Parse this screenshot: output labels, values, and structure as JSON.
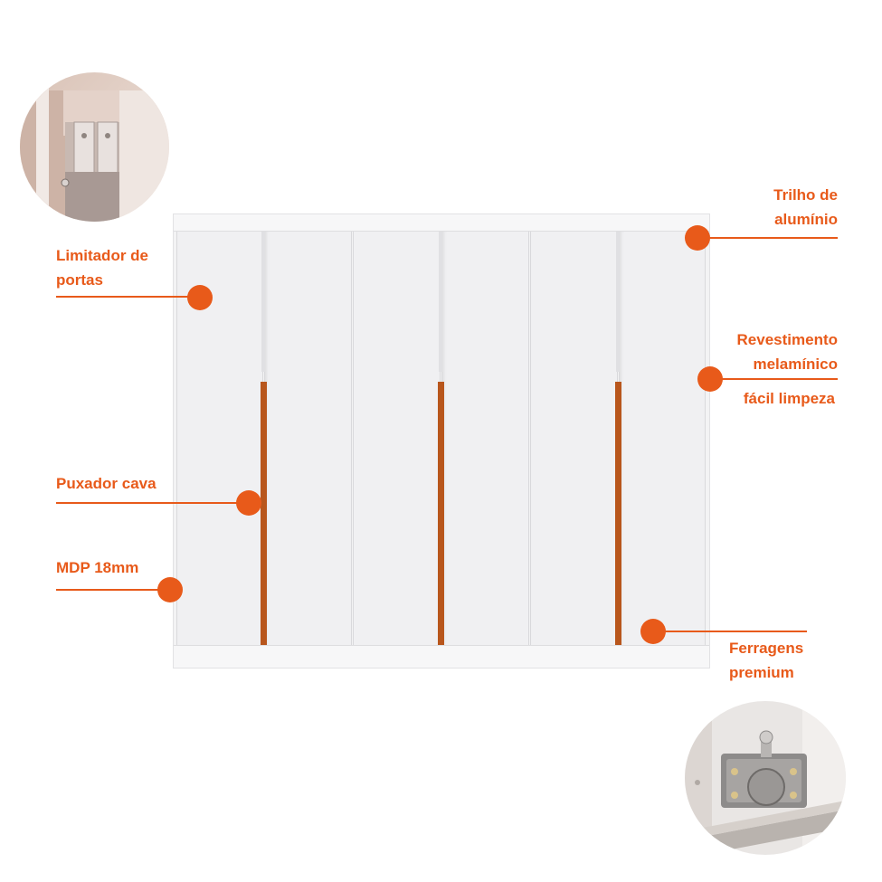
{
  "callouts": {
    "limitador": {
      "line1": "Limitador de",
      "line2": "portas"
    },
    "puxador": {
      "text": "Puxador cava"
    },
    "mdp": {
      "text": "MDP 18mm"
    },
    "trilho": {
      "line1": "Trilho de",
      "line2": "alumínio"
    },
    "revestimento": {
      "line1": "Revestimento",
      "line2": "melamínico",
      "line3": "fácil limpeza"
    },
    "ferragens": {
      "line1": "Ferragens",
      "line2": "premium"
    }
  },
  "colors": {
    "accent": "#e85a1a",
    "handle": "#b8561c",
    "wardrobe": "#f0f0f2"
  },
  "icons": {
    "detail_top": "door-stopper-closeup",
    "detail_bottom": "sliding-roller-closeup"
  }
}
